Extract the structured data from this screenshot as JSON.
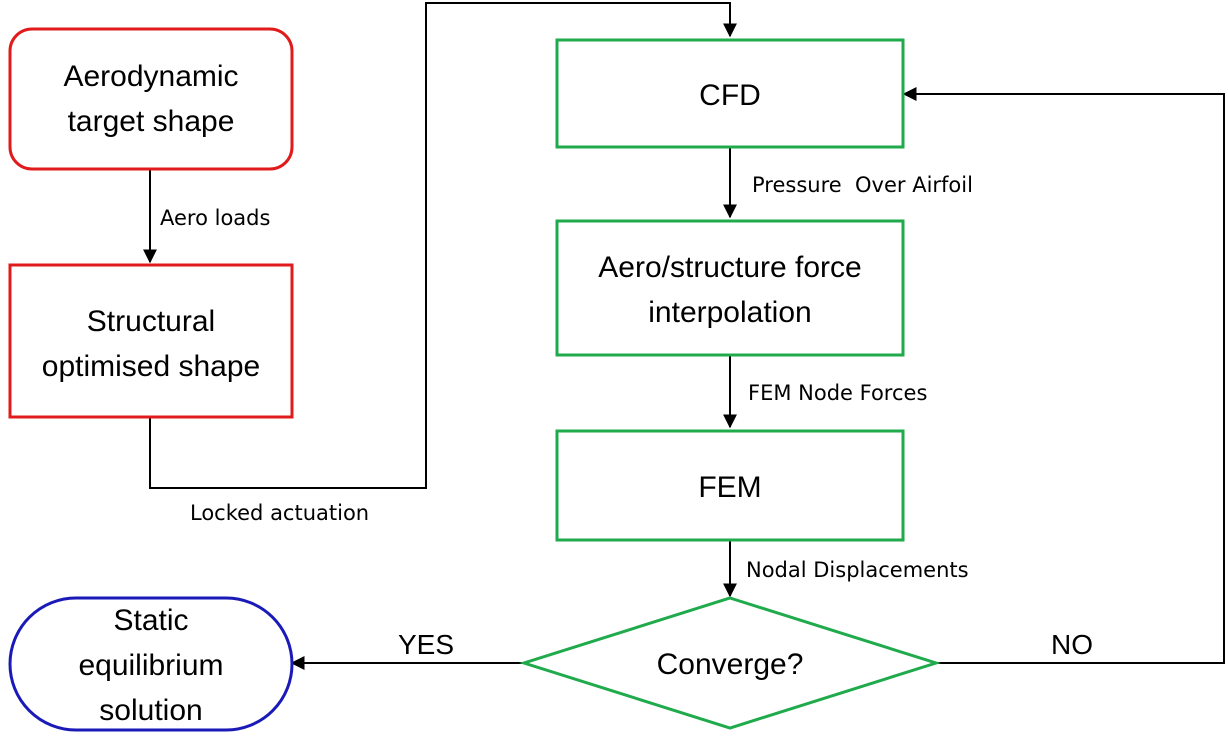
{
  "colors": {
    "red": "#e11b1b",
    "green": "#1faa4b",
    "blue": "#1a1ab8",
    "line": "#000000"
  },
  "nodes": {
    "aero_target": {
      "line1": "Aerodynamic",
      "line2": "target shape"
    },
    "structural": {
      "line1": "Structural",
      "line2": "optimised shape"
    },
    "static": {
      "line1": "Static",
      "line2": "equilibrium",
      "line3": "solution"
    },
    "cfd": {
      "label": "CFD"
    },
    "interp": {
      "line1": "Aero/structure force",
      "line2": "interpolation"
    },
    "fem": {
      "label": "FEM"
    },
    "converge": {
      "label": "Converge?"
    }
  },
  "edges": {
    "aero_loads": "Aero loads",
    "locked_actuation": "Locked actuation",
    "pressure": "Pressure  Over Airfoil",
    "fem_forces": "FEM Node Forces",
    "nodal_disp": "Nodal Displacements",
    "yes": "YES",
    "no": "NO"
  }
}
